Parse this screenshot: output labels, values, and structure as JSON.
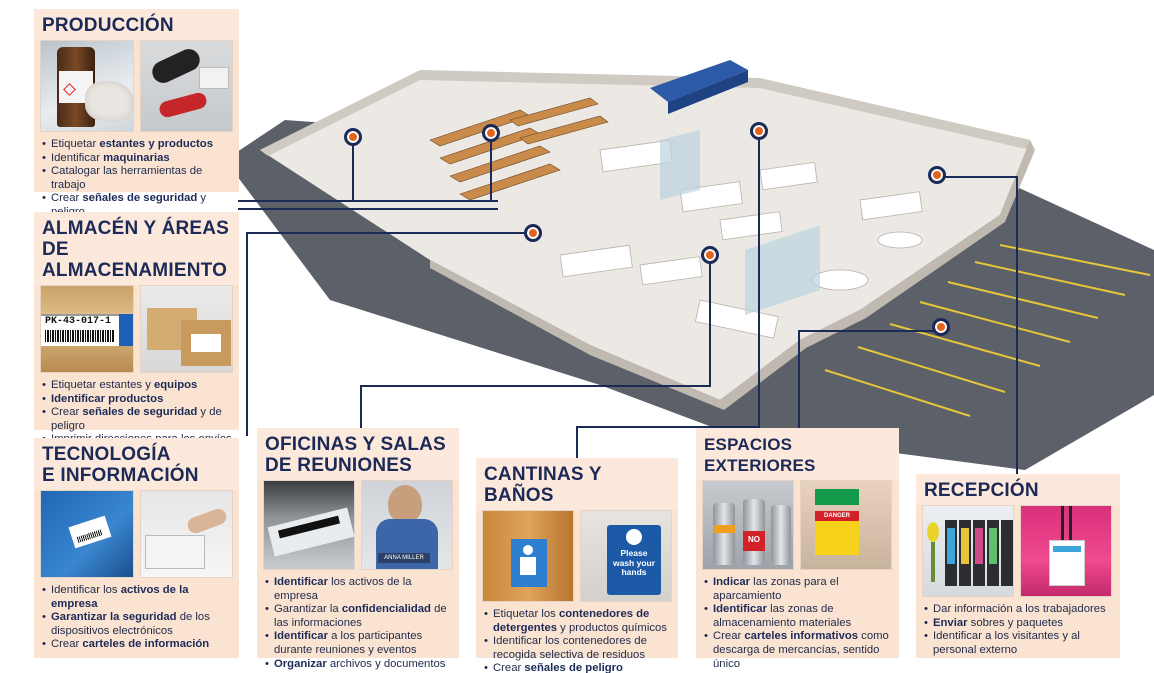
{
  "panels": {
    "produccion": {
      "title": "PRODUCCIÓN",
      "items": [
        {
          "pre": "Etiquetar ",
          "b": "estantes y productos",
          "post": ""
        },
        {
          "pre": "Identificar ",
          "b": "maquinarias",
          "post": ""
        },
        {
          "pre": "Catalogar las herramientas de trabajo",
          "b": "",
          "post": ""
        },
        {
          "pre": "Crear ",
          "b": "señales de seguridad",
          "post": " y peligro"
        }
      ]
    },
    "almacen": {
      "title_line1": "ALMACÉN Y ÁREAS",
      "title_line2": "DE ALMACENAMIENTO",
      "label_code": "PK-43-017-1",
      "items": [
        {
          "pre": "Etiquetar estantes y ",
          "b": "equipos",
          "post": ""
        },
        {
          "pre": "",
          "b": "Identificar productos",
          "post": ""
        },
        {
          "pre": "Crear ",
          "b": "señales de seguridad",
          "post": " y de peligro"
        },
        {
          "pre": "Imprimir direcciones para los envíos",
          "b": "",
          "post": ""
        }
      ]
    },
    "tecnologia": {
      "title_line1": "TECNOLOGÍA",
      "title_line2": "E INFORMACIÓN",
      "items": [
        {
          "pre": "Identificar los ",
          "b": "activos de la empresa",
          "post": ""
        },
        {
          "pre": "",
          "b": "Garantizar la seguridad",
          "post": " de los dispositivos electrónicos"
        },
        {
          "pre": "Crear ",
          "b": "carteles de información",
          "post": ""
        }
      ]
    },
    "oficinas": {
      "title_line1": "OFICINAS Y SALAS",
      "title_line2": "DE REUNIONES",
      "badge_name": "ANNA MILLER",
      "items": [
        {
          "pre": "",
          "b": "Identificar",
          "post": " los activos de la empresa"
        },
        {
          "pre": "Garantizar la ",
          "b": "confidencialidad",
          "post": " de las informaciones"
        },
        {
          "pre": "",
          "b": "Identificar",
          "post": " a los participantes durante reuniones y eventos"
        },
        {
          "pre": "",
          "b": "Organizar",
          "post": " archivos y documentos"
        }
      ]
    },
    "cantinas": {
      "title": "CANTINAS Y BAÑOS",
      "sign_text": "Please wash your hands",
      "items": [
        {
          "pre": "Etiquetar los ",
          "b": "contenedores de detergentes",
          "post": " y productos químicos"
        },
        {
          "pre": "Identificar los contenedores de recogida selectiva de residuos",
          "b": "",
          "post": ""
        },
        {
          "pre": "Crear ",
          "b": "señales de peligro",
          "post": ""
        }
      ]
    },
    "exteriores": {
      "title": "ESPACIOS EXTERIORES",
      "sign_no": "NO",
      "sign_danger": "DANGER",
      "items": [
        {
          "pre": "",
          "b": "Indicar",
          "post": " las zonas para el aparcamiento"
        },
        {
          "pre": "",
          "b": "Identificar",
          "post": " las zonas de almacenamiento materiales"
        },
        {
          "pre": "Crear ",
          "b": "carteles informativos",
          "post": " como descarga de mercancías, sentido único"
        }
      ]
    },
    "recepcion": {
      "title": "RECEPCIÓN",
      "items": [
        {
          "pre": "Dar información a los trabajadores",
          "b": "",
          "post": ""
        },
        {
          "pre": "",
          "b": "Enviar",
          "post": " sobres y paquetes"
        },
        {
          "pre": "Identificar a los visitantes y al personal externo",
          "b": "",
          "post": ""
        }
      ]
    }
  },
  "colors": {
    "navy": "#1c2a58",
    "orange": "#e2641e",
    "panel_bg": "#fbe3d2",
    "asphalt": "#5a5f68",
    "parking_line": "#e7c53a"
  }
}
